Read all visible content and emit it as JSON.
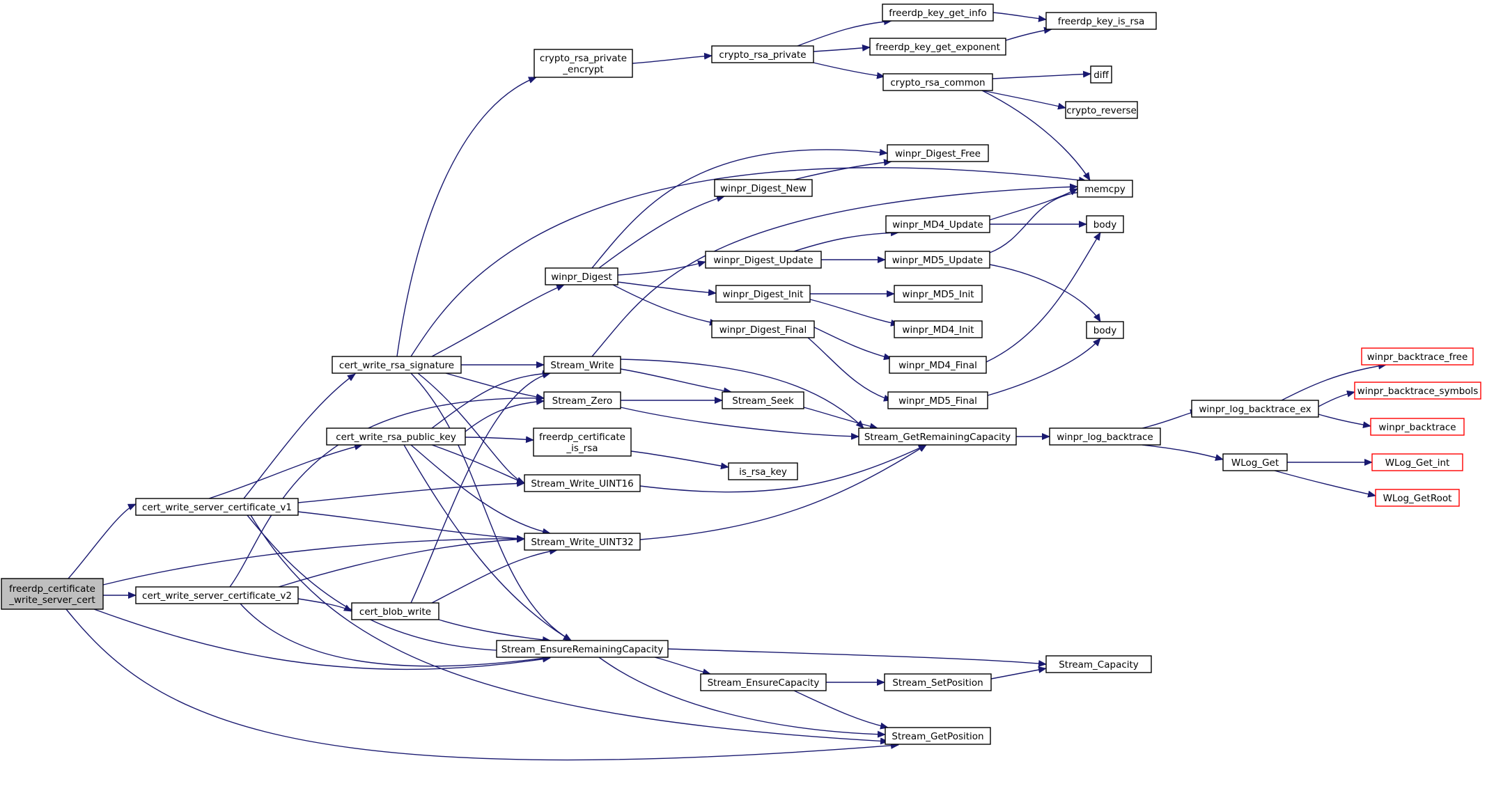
{
  "colors": {
    "edge": "#191970",
    "node_border_default": "#000000",
    "node_border_truncated": "#ff0000",
    "node_fill_default": "#ffffff",
    "node_fill_root": "#bfbfbf"
  },
  "nodes": [
    {
      "id": "root",
      "lines": [
        "freerdp_certificate",
        "_write_server_cert"
      ],
      "style": "root"
    },
    {
      "id": "v1",
      "lines": [
        "cert_write_server_certificate_v1"
      ],
      "style": "default"
    },
    {
      "id": "v2",
      "lines": [
        "cert_write_server_certificate_v2"
      ],
      "style": "default"
    },
    {
      "id": "rsa_sig",
      "lines": [
        "cert_write_rsa_signature"
      ],
      "style": "default"
    },
    {
      "id": "rsa_pub",
      "lines": [
        "cert_write_rsa_public_key"
      ],
      "style": "default"
    },
    {
      "id": "blob",
      "lines": [
        "cert_blob_write"
      ],
      "style": "default"
    },
    {
      "id": "priv_enc",
      "lines": [
        "crypto_rsa_private",
        "_encrypt"
      ],
      "style": "default"
    },
    {
      "id": "digest",
      "lines": [
        "winpr_Digest"
      ],
      "style": "default"
    },
    {
      "id": "s_write",
      "lines": [
        "Stream_Write"
      ],
      "style": "default"
    },
    {
      "id": "s_zero",
      "lines": [
        "Stream_Zero"
      ],
      "style": "default"
    },
    {
      "id": "is_rsa",
      "lines": [
        "freerdp_certificate",
        "_is_rsa"
      ],
      "style": "default"
    },
    {
      "id": "u16",
      "lines": [
        "Stream_Write_UINT16"
      ],
      "style": "default"
    },
    {
      "id": "u32",
      "lines": [
        "Stream_Write_UINT32"
      ],
      "style": "default"
    },
    {
      "id": "ensure_rem",
      "lines": [
        "Stream_EnsureRemainingCapacity"
      ],
      "style": "default"
    },
    {
      "id": "rsa_private",
      "lines": [
        "crypto_rsa_private"
      ],
      "style": "default"
    },
    {
      "id": "dnew",
      "lines": [
        "winpr_Digest_New"
      ],
      "style": "default"
    },
    {
      "id": "dupdate",
      "lines": [
        "winpr_Digest_Update"
      ],
      "style": "default"
    },
    {
      "id": "dinit",
      "lines": [
        "winpr_Digest_Init"
      ],
      "style": "default"
    },
    {
      "id": "dfinal",
      "lines": [
        "winpr_Digest_Final"
      ],
      "style": "default"
    },
    {
      "id": "seek",
      "lines": [
        "Stream_Seek"
      ],
      "style": "default"
    },
    {
      "id": "is_rsa_key",
      "lines": [
        "is_rsa_key"
      ],
      "style": "default"
    },
    {
      "id": "ensure_cap",
      "lines": [
        "Stream_EnsureCapacity"
      ],
      "style": "default"
    },
    {
      "id": "key_info",
      "lines": [
        "freerdp_key_get_info"
      ],
      "style": "default"
    },
    {
      "id": "key_exp",
      "lines": [
        "freerdp_key_get_exponent"
      ],
      "style": "default"
    },
    {
      "id": "rsa_common",
      "lines": [
        "crypto_rsa_common"
      ],
      "style": "default"
    },
    {
      "id": "dfree",
      "lines": [
        "winpr_Digest_Free"
      ],
      "style": "default"
    },
    {
      "id": "md4u",
      "lines": [
        "winpr_MD4_Update"
      ],
      "style": "default"
    },
    {
      "id": "md5u",
      "lines": [
        "winpr_MD5_Update"
      ],
      "style": "default"
    },
    {
      "id": "md5i",
      "lines": [
        "winpr_MD5_Init"
      ],
      "style": "default"
    },
    {
      "id": "md4i",
      "lines": [
        "winpr_MD4_Init"
      ],
      "style": "default"
    },
    {
      "id": "md4f",
      "lines": [
        "winpr_MD4_Final"
      ],
      "style": "default"
    },
    {
      "id": "md5f",
      "lines": [
        "winpr_MD5_Final"
      ],
      "style": "default"
    },
    {
      "id": "getrem",
      "lines": [
        "Stream_GetRemainingCapacity"
      ],
      "style": "default"
    },
    {
      "id": "setpos",
      "lines": [
        "Stream_SetPosition"
      ],
      "style": "default"
    },
    {
      "id": "getpos",
      "lines": [
        "Stream_GetPosition"
      ],
      "style": "default"
    },
    {
      "id": "key_is_rsa",
      "lines": [
        "freerdp_key_is_rsa"
      ],
      "style": "default"
    },
    {
      "id": "diff",
      "lines": [
        "diff"
      ],
      "style": "default"
    },
    {
      "id": "reverse",
      "lines": [
        "crypto_reverse"
      ],
      "style": "default"
    },
    {
      "id": "memcpy",
      "lines": [
        "memcpy"
      ],
      "style": "default"
    },
    {
      "id": "body1",
      "lines": [
        "body"
      ],
      "style": "default"
    },
    {
      "id": "body2",
      "lines": [
        "body"
      ],
      "style": "default"
    },
    {
      "id": "capacity",
      "lines": [
        "Stream_Capacity"
      ],
      "style": "default"
    },
    {
      "id": "logbt",
      "lines": [
        "winpr_log_backtrace"
      ],
      "style": "default"
    },
    {
      "id": "logbtex",
      "lines": [
        "winpr_log_backtrace_ex"
      ],
      "style": "default"
    },
    {
      "id": "wlog_get",
      "lines": [
        "WLog_Get"
      ],
      "style": "default"
    },
    {
      "id": "bt_free",
      "lines": [
        "winpr_backtrace_free"
      ],
      "style": "truncated"
    },
    {
      "id": "bt_sym",
      "lines": [
        "winpr_backtrace_symbols"
      ],
      "style": "truncated"
    },
    {
      "id": "bt",
      "lines": [
        "winpr_backtrace"
      ],
      "style": "truncated"
    },
    {
      "id": "wlog_int",
      "lines": [
        "WLog_Get_int"
      ],
      "style": "truncated"
    },
    {
      "id": "wlog_root",
      "lines": [
        "WLog_GetRoot"
      ],
      "style": "truncated"
    }
  ],
  "edges": [
    {
      "from": "root",
      "to": "v1"
    },
    {
      "from": "root",
      "to": "v2"
    },
    {
      "from": "root",
      "to": "u32"
    },
    {
      "from": "root",
      "to": "ensure_rem"
    },
    {
      "from": "root",
      "to": "getpos"
    },
    {
      "from": "v1",
      "to": "rsa_sig"
    },
    {
      "from": "v1",
      "to": "rsa_pub"
    },
    {
      "from": "v1",
      "to": "u16"
    },
    {
      "from": "v1",
      "to": "u32"
    },
    {
      "from": "v1",
      "to": "ensure_rem"
    },
    {
      "from": "v1",
      "to": "getpos"
    },
    {
      "from": "v2",
      "to": "s_zero"
    },
    {
      "from": "v2",
      "to": "u32"
    },
    {
      "from": "v2",
      "to": "blob"
    },
    {
      "from": "v2",
      "to": "ensure_rem"
    },
    {
      "from": "rsa_sig",
      "to": "priv_enc"
    },
    {
      "from": "rsa_sig",
      "to": "memcpy"
    },
    {
      "from": "rsa_sig",
      "to": "digest"
    },
    {
      "from": "rsa_sig",
      "to": "s_write"
    },
    {
      "from": "rsa_sig",
      "to": "s_zero"
    },
    {
      "from": "rsa_sig",
      "to": "u16"
    },
    {
      "from": "rsa_sig",
      "to": "ensure_rem"
    },
    {
      "from": "rsa_pub",
      "to": "s_write"
    },
    {
      "from": "rsa_pub",
      "to": "s_zero"
    },
    {
      "from": "rsa_pub",
      "to": "is_rsa"
    },
    {
      "from": "rsa_pub",
      "to": "u16"
    },
    {
      "from": "rsa_pub",
      "to": "u32"
    },
    {
      "from": "rsa_pub",
      "to": "ensure_rem"
    },
    {
      "from": "blob",
      "to": "s_write"
    },
    {
      "from": "blob",
      "to": "u32"
    },
    {
      "from": "blob",
      "to": "ensure_rem"
    },
    {
      "from": "priv_enc",
      "to": "rsa_private"
    },
    {
      "from": "rsa_private",
      "to": "key_info"
    },
    {
      "from": "rsa_private",
      "to": "key_exp"
    },
    {
      "from": "rsa_private",
      "to": "rsa_common"
    },
    {
      "from": "key_info",
      "to": "key_is_rsa"
    },
    {
      "from": "key_exp",
      "to": "key_is_rsa"
    },
    {
      "from": "rsa_common",
      "to": "diff"
    },
    {
      "from": "rsa_common",
      "to": "reverse"
    },
    {
      "from": "rsa_common",
      "to": "memcpy"
    },
    {
      "from": "digest",
      "to": "dfree"
    },
    {
      "from": "digest",
      "to": "dnew"
    },
    {
      "from": "digest",
      "to": "dupdate"
    },
    {
      "from": "digest",
      "to": "dinit"
    },
    {
      "from": "digest",
      "to": "dfinal"
    },
    {
      "from": "dnew",
      "to": "dfree"
    },
    {
      "from": "dupdate",
      "to": "md4u"
    },
    {
      "from": "dupdate",
      "to": "md5u"
    },
    {
      "from": "dinit",
      "to": "md5i"
    },
    {
      "from": "dinit",
      "to": "md4i"
    },
    {
      "from": "dfinal",
      "to": "md4f"
    },
    {
      "from": "dfinal",
      "to": "md5f"
    },
    {
      "from": "md4u",
      "to": "memcpy"
    },
    {
      "from": "md4u",
      "to": "body1"
    },
    {
      "from": "md5u",
      "to": "memcpy"
    },
    {
      "from": "md5u",
      "to": "body2"
    },
    {
      "from": "md4f",
      "to": "body1"
    },
    {
      "from": "md5f",
      "to": "body2"
    },
    {
      "from": "s_write",
      "to": "memcpy"
    },
    {
      "from": "s_write",
      "to": "seek"
    },
    {
      "from": "s_write",
      "to": "getrem"
    },
    {
      "from": "s_zero",
      "to": "seek"
    },
    {
      "from": "s_zero",
      "to": "getrem"
    },
    {
      "from": "seek",
      "to": "getrem"
    },
    {
      "from": "is_rsa",
      "to": "is_rsa_key"
    },
    {
      "from": "u16",
      "to": "getrem"
    },
    {
      "from": "u32",
      "to": "getrem"
    },
    {
      "from": "getrem",
      "to": "logbt"
    },
    {
      "from": "logbt",
      "to": "logbtex"
    },
    {
      "from": "logbt",
      "to": "wlog_get"
    },
    {
      "from": "logbtex",
      "to": "bt_free"
    },
    {
      "from": "logbtex",
      "to": "bt_sym"
    },
    {
      "from": "logbtex",
      "to": "bt"
    },
    {
      "from": "wlog_get",
      "to": "wlog_int"
    },
    {
      "from": "wlog_get",
      "to": "wlog_root"
    },
    {
      "from": "ensure_rem",
      "to": "ensure_cap"
    },
    {
      "from": "ensure_rem",
      "to": "capacity"
    },
    {
      "from": "ensure_rem",
      "to": "getpos"
    },
    {
      "from": "ensure_cap",
      "to": "setpos"
    },
    {
      "from": "ensure_cap",
      "to": "getpos"
    },
    {
      "from": "setpos",
      "to": "capacity"
    }
  ]
}
